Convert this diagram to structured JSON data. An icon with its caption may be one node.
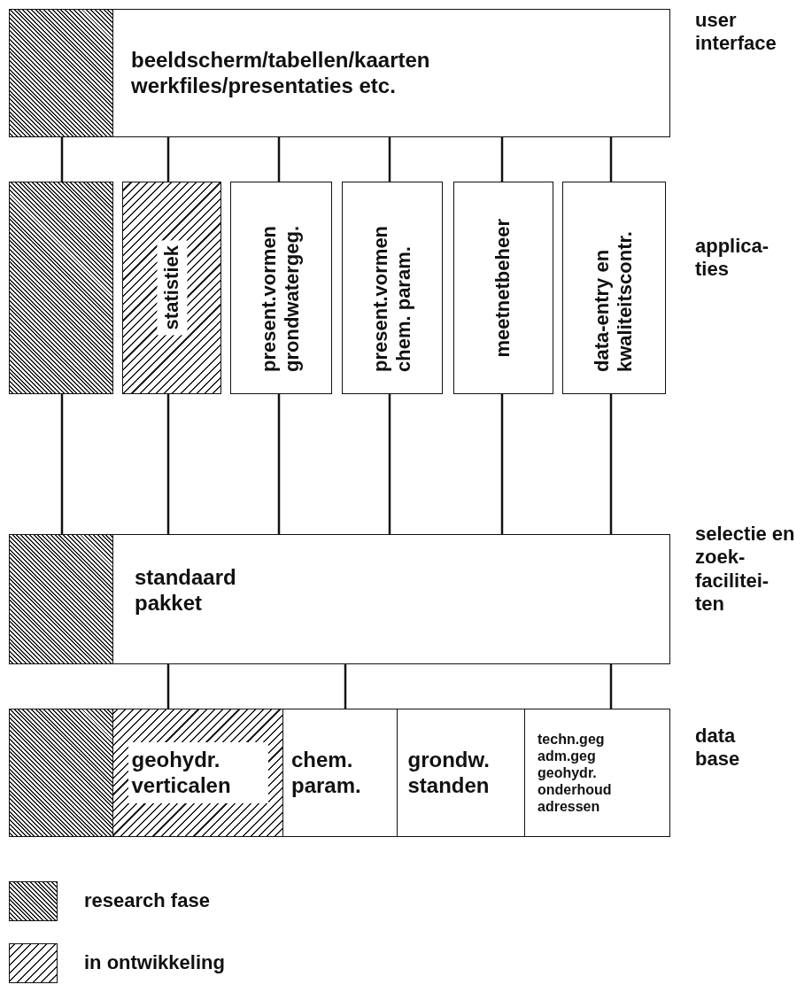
{
  "diagram": {
    "nodes": [
      {
        "text": [],
        "shape": "box"
      },
      {
        "text": [
          "beeldscherm/tabellen/kaarten werkfiles/presentaties etc."
        ]
      },
      {
        "text": [],
        "shape": "box"
      },
      {
        "text": [
          "statistiek"
        ]
      },
      {
        "text": [
          "present.vormen grondwatergeg."
        ]
      },
      {
        "text": [
          "present.vormen chem. param."
        ]
      },
      {
        "text": [
          "meetnetbeheer"
        ]
      },
      {
        "text": [
          "data-entry en kwaliteitscontr."
        ]
      },
      {
        "text": [],
        "shape": "box"
      },
      {
        "text": [
          "standaard pakket"
        ]
      },
      {
        "text": [],
        "shape": "box"
      },
      {
        "text": [
          "geohydr. verticalen"
        ]
      },
      {
        "text": [
          "chem. param."
        ]
      },
      {
        "text": [
          "grondw. standen"
        ]
      },
      {
        "text": [
          "techn.geg",
          "adm.geg",
          "geohydr.",
          "onderhoud",
          "adressen"
        ]
      }
    ],
    "edges": [
      {
        "from": 0,
        "to": 2,
        "arrow": "none"
      },
      {
        "from": 1,
        "to": 3,
        "arrow": "none"
      },
      {
        "from": 1,
        "to": 4,
        "arrow": "none"
      },
      {
        "from": 1,
        "to": 5,
        "arrow": "none"
      },
      {
        "from": 1,
        "to": 6,
        "arrow": "none"
      },
      {
        "from": 1,
        "to": 7,
        "arrow": "none"
      },
      {
        "from": 2,
        "to": 8,
        "arrow": "none"
      },
      {
        "from": 3,
        "to": 9,
        "arrow": "none"
      },
      {
        "from": 4,
        "to": 9,
        "arrow": "none"
      },
      {
        "from": 5,
        "to": 9,
        "arrow": "none"
      },
      {
        "from": 6,
        "to": 9,
        "arrow": "none"
      },
      {
        "from": 7,
        "to": 9,
        "arrow": "none"
      },
      {
        "from": 9,
        "to": 11,
        "arrow": "none"
      },
      {
        "from": 9,
        "to": 12,
        "arrow": "none"
      },
      {
        "from": 9,
        "to": 14,
        "arrow": "none"
      }
    ],
    "labels": [
      "user interface",
      "applica- ties",
      "selectie en zoek- facilitei- ten",
      "data base"
    ],
    "legend": [
      {
        "text": "research fase"
      },
      {
        "text": "in ontwikkeling"
      }
    ]
  }
}
